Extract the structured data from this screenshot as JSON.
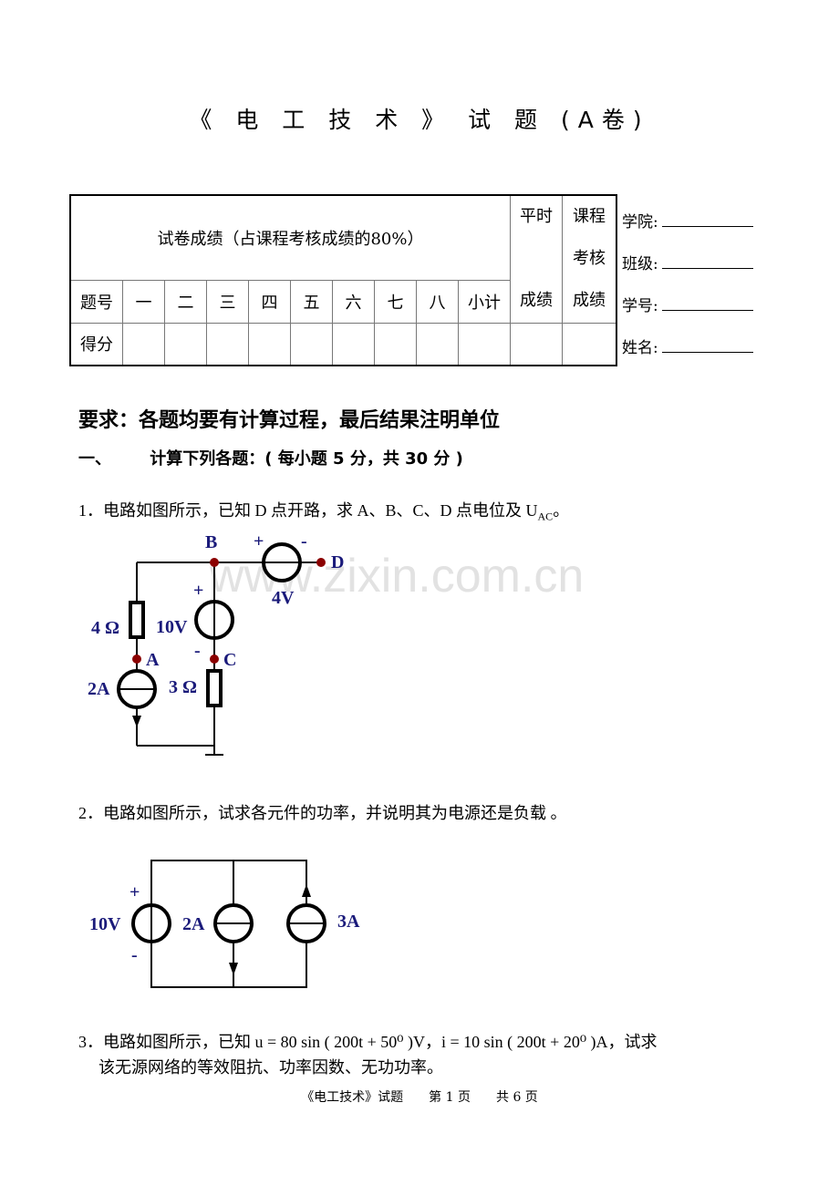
{
  "title": "《 电 工 技 术 》 试 题 (A卷)",
  "score_table": {
    "header_main": "试卷成绩（占课程考核成绩的80%）",
    "col_pingshi": [
      "平时",
      "成绩"
    ],
    "col_kecheng": [
      "课程",
      "考核",
      "成绩"
    ],
    "row_label_tihao": "题号",
    "question_numbers": [
      "一",
      "二",
      "三",
      "四",
      "五",
      "六",
      "七",
      "八",
      "小计"
    ],
    "row_label_defen": "得分",
    "scores": [
      "",
      "",
      "",
      "",
      "",
      "",
      "",
      "",
      "",
      "",
      ""
    ]
  },
  "student_info": [
    {
      "label": "学院:",
      "value": ""
    },
    {
      "label": "班级:",
      "value": ""
    },
    {
      "label": "学号:",
      "value": ""
    },
    {
      "label": "姓名:",
      "value": ""
    }
  ],
  "requirement": "要求：各题均要有计算过程，最后结果注明单位",
  "section1": {
    "number": "一、",
    "title": "计算下列各题：( 每小题 5 分，共 30 分 )"
  },
  "questions": [
    {
      "text": "1．电路如图所示，已知 D 点开路，求 A、B、C、D 点电位及 U",
      "sub": "AC",
      "tail": "。"
    },
    {
      "text": "2．电路如图所示，试求各元件的功率，并说明其为电源还是负载 。"
    },
    {
      "line1": "3．电路如图所示，已知 u = 80 sin ( 200t + 50⁰ )V，i = 10 sin ( 200t + 20⁰ )A，试求",
      "line2": "该无源网络的等效阻抗、功率因数、无功功率。"
    }
  ],
  "circuit1": {
    "nodes": [
      "A",
      "B",
      "C",
      "D"
    ],
    "labels": {
      "r1": "4 Ω",
      "r2": "3 Ω",
      "v1": "10V",
      "v2": "4V",
      "i1": "2A",
      "plus": "+",
      "minus": "-"
    }
  },
  "circuit2": {
    "labels": {
      "v1": "10V",
      "i1": "2A",
      "i2": "3A",
      "plus": "+",
      "minus": "-"
    }
  },
  "watermark": "www.zixin.com.cn",
  "footer": "《电工技术》试题　　第 1 页　　共 6 页",
  "colors": {
    "label_blue": "#1a1a7a",
    "node_red": "#8b0000",
    "watermark": "#e2e2e2"
  }
}
